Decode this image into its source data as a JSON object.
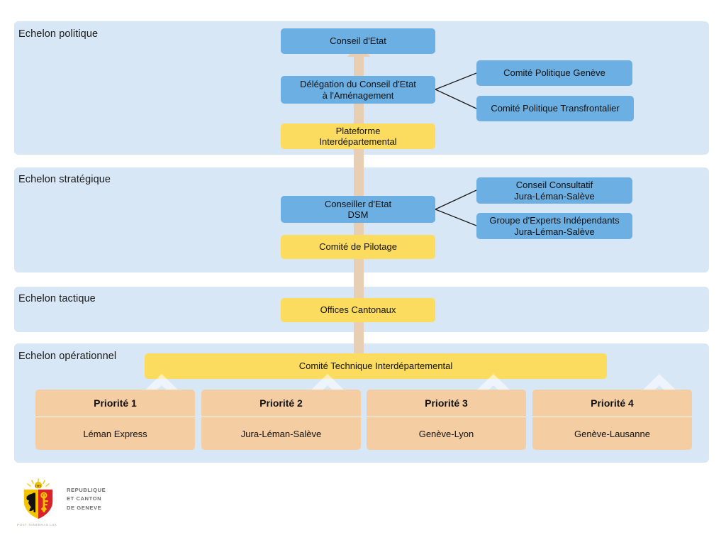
{
  "colors": {
    "band_background": "#d8e7f5",
    "node_blue": "#6bafe3",
    "node_yellow": "#fcdc5e",
    "priority_peach": "#f4cda3",
    "flow_arrow": "#e8cfb4",
    "connector_line": "#1a1a1a",
    "page_background": "#ffffff"
  },
  "bands": [
    {
      "id": "politique",
      "label": "Echelon politique"
    },
    {
      "id": "strategique",
      "label": "Echelon stratégique"
    },
    {
      "id": "tactique",
      "label": "Echelon tactique"
    },
    {
      "id": "operationnel",
      "label": "Echelon opérationnel"
    }
  ],
  "nodes": {
    "conseil_etat": "Conseil d'Etat",
    "delegation": "Délégation du Conseil d'Etat\nà l'Aménagement",
    "delegation_line1": "Délégation du Conseil d'Etat",
    "delegation_line2": "à l'Aménagement",
    "plateforme_line1": "Plateforme",
    "plateforme_line2": "Interdépartemental",
    "comite_politique_geneve": "Comité Politique Genève",
    "comite_politique_transfrontalier": "Comité Politique Transfrontalier",
    "conseiller_etat_line1": "Conseiller d'Etat",
    "conseiller_etat_line2": "DSM",
    "comite_pilotage": "Comité de Pilotage",
    "conseil_consultatif_line1": "Conseil Consultatif",
    "conseil_consultatif_line2": "Jura-Léman-Salève",
    "groupe_experts_line1": "Groupe d'Experts Indépendants",
    "groupe_experts_line2": "Jura-Léman-Salève",
    "offices_cantonaux": "Offices Cantonaux",
    "comite_technique": "Comité Technique Interdépartemental"
  },
  "priorities": [
    {
      "title": "Priorité 1",
      "project": "Léman Express"
    },
    {
      "title": "Priorité 2",
      "project": "Jura-Léman-Salève"
    },
    {
      "title": "Priorité 3",
      "project": "Genève-Lyon"
    },
    {
      "title": "Priorité 4",
      "project": "Genève-Lausanne"
    }
  ],
  "footer": {
    "line1": "REPUBLIQUE",
    "line2": "ET CANTON",
    "line3": "DE GENEVE",
    "motto": "POST TENEBRAS LUX"
  }
}
